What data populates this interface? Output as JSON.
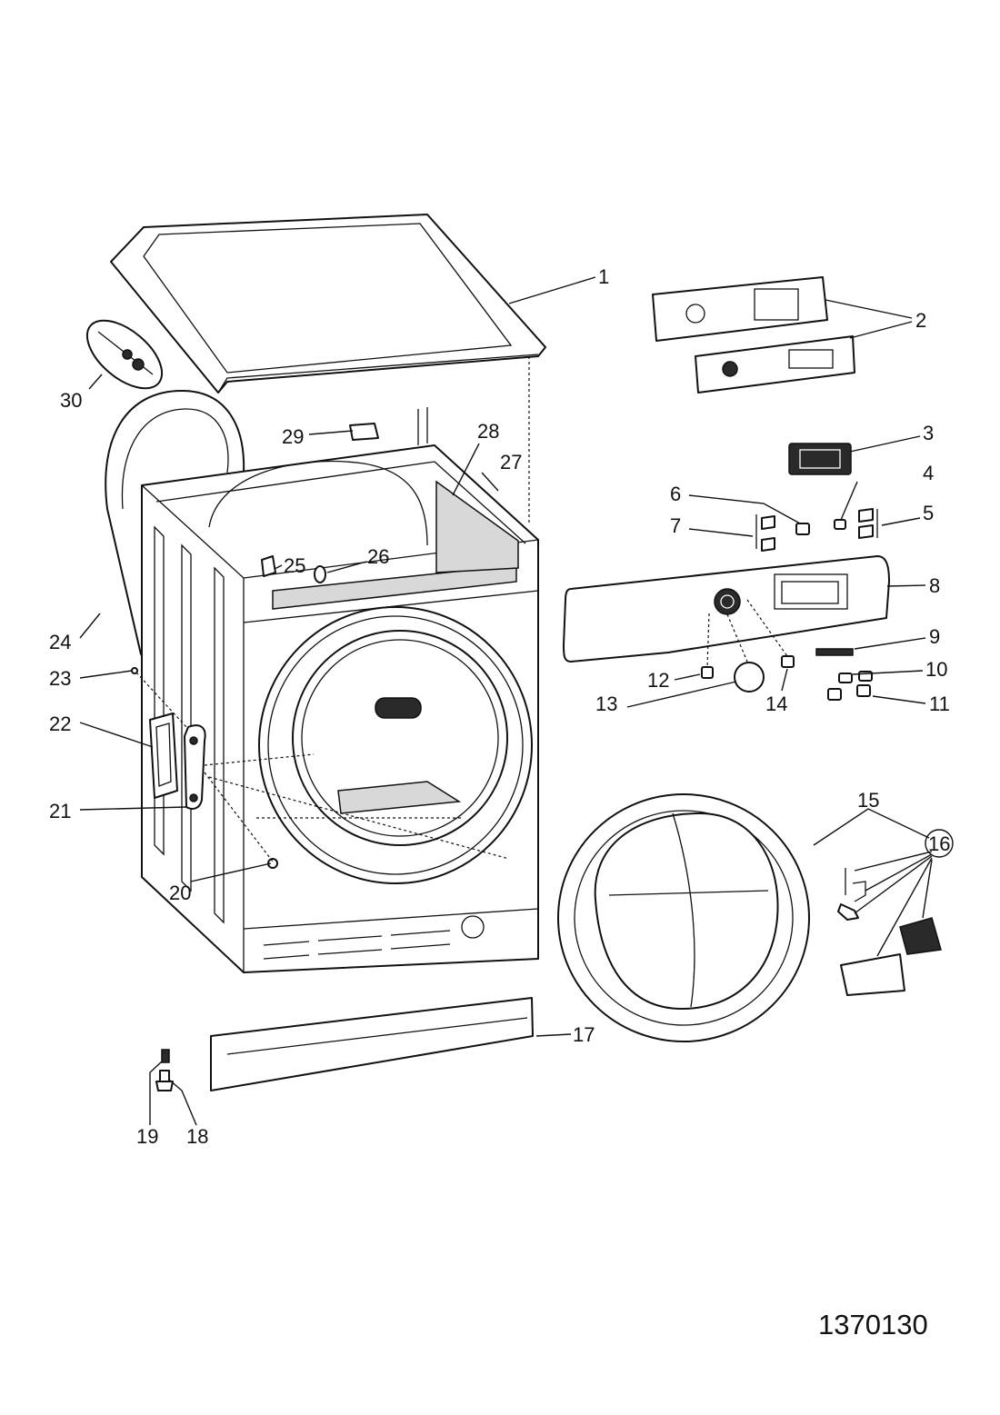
{
  "callouts": [
    "1",
    "2",
    "3",
    "4",
    "5",
    "6",
    "7",
    "8",
    "9",
    "10",
    "11",
    "12",
    "13",
    "14",
    "15",
    "16",
    "17",
    "18",
    "19",
    "20",
    "21",
    "22",
    "23",
    "24",
    "25",
    "26",
    "27",
    "28",
    "29",
    "30"
  ],
  "drawing_number": "1370130"
}
